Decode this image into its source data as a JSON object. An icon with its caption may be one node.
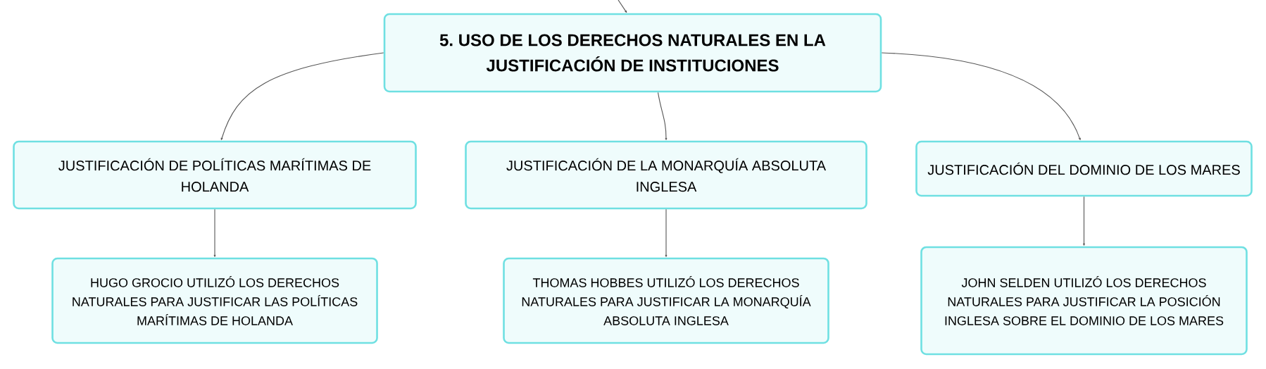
{
  "diagram": {
    "nodes": [
      {
        "text": [
          "5. USO DE LOS DERECHOS NATURALES EN LA JUSTIFICACIÓN DE INSTITUCIONES"
        ]
      },
      {
        "text": [
          "JUSTIFICACIÓN DE POLÍTICAS MARÍTIMAS DE HOLANDA"
        ]
      },
      {
        "text": [
          "JUSTIFICACIÓN DE LA MONARQUÍA ABSOLUTA INGLESA"
        ]
      },
      {
        "text": [
          "JUSTIFICACIÓN DEL DOMINIO DE LOS MARES"
        ]
      },
      {
        "text": [
          "HUGO GROCIO UTILIZÓ LOS DERECHOS NATURALES PARA JUSTIFICAR LAS POLÍTICAS MARÍTIMAS DE HOLANDA"
        ]
      },
      {
        "text": [
          "THOMAS HOBBES UTILIZÓ LOS DERECHOS NATURALES PARA JUSTIFICAR LA MONARQUÍA ABSOLUTA INGLESA"
        ]
      },
      {
        "text": [
          "JOHN SELDEN UTILIZÓ LOS DERECHOS NATURALES PARA JUSTIFICAR LA POSICIÓN INGLESA SOBRE EL DOMINIO DE LOS MARES"
        ]
      }
    ],
    "edges": [
      {
        "from": null,
        "to": 0,
        "arrow": "to"
      },
      {
        "from": 0,
        "to": 1,
        "arrow": "to"
      },
      {
        "from": 0,
        "to": 2,
        "arrow": "to"
      },
      {
        "from": 0,
        "to": 3,
        "arrow": "to"
      },
      {
        "from": 1,
        "to": 4,
        "arrow": "to"
      },
      {
        "from": 2,
        "to": 5,
        "arrow": "to"
      },
      {
        "from": 3,
        "to": 6,
        "arrow": "to"
      }
    ]
  }
}
